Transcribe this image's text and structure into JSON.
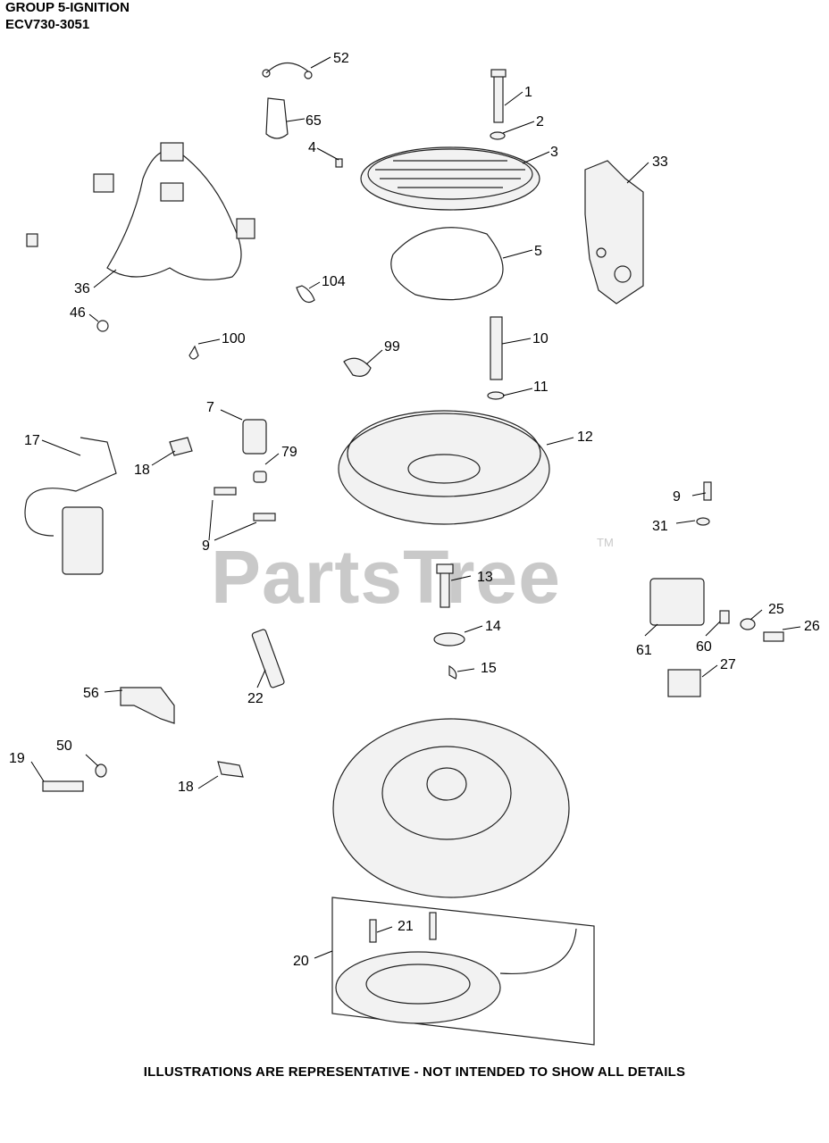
{
  "header": {
    "group": "GROUP 5-IGNITION",
    "model": "ECV730-3051"
  },
  "watermark": "PartsTree",
  "watermark_mark": "TM",
  "footer": "ILLUSTRATIONS ARE REPRESENTATIVE - NOT INTENDED TO SHOW ALL DETAILS",
  "callouts": [
    "52",
    "1",
    "65",
    "2",
    "4",
    "3",
    "33",
    "5",
    "36",
    "104",
    "46",
    "100",
    "10",
    "99",
    "11",
    "7",
    "17",
    "79",
    "12",
    "18",
    "9",
    "9",
    "31",
    "13",
    "14",
    "25",
    "26",
    "61",
    "60",
    "27",
    "15",
    "56",
    "22",
    "50",
    "19",
    "18",
    "21",
    "20"
  ]
}
